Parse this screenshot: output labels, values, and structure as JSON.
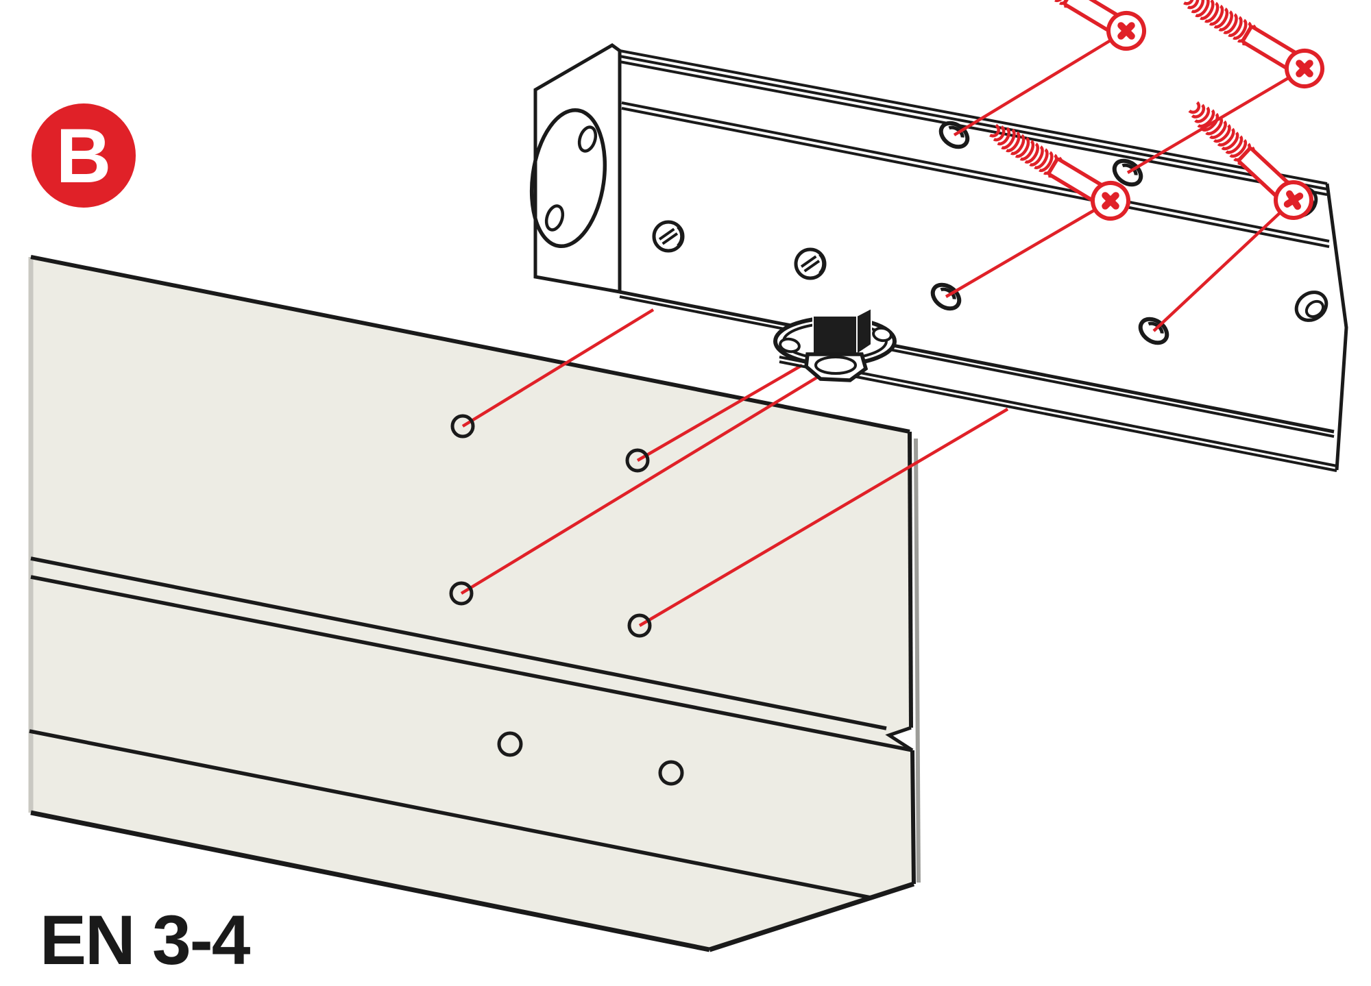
{
  "diagram": {
    "badge": {
      "label": "B"
    },
    "rating": {
      "label": "EN 3-4"
    },
    "colors": {
      "accent_red": "#E02128",
      "line_black": "#1A1A1A",
      "panel_beige": "#EDECE4",
      "panel_edge_gray": "#C9C8C2",
      "edge_shadow_gray": "#9C9C98",
      "background": "#FFFFFF"
    },
    "screws": [
      {
        "id": "screw-1",
        "head": [
          1643,
          45
        ],
        "angle": 31,
        "hole": [
          1392,
          197
        ]
      },
      {
        "id": "screw-2",
        "head": [
          1903,
          100
        ],
        "angle": 31,
        "hole": [
          1645,
          252
        ]
      },
      {
        "id": "screw-3",
        "head": [
          1620,
          293
        ],
        "angle": 31,
        "hole": [
          1380,
          433
        ]
      },
      {
        "id": "screw-4",
        "head": [
          1887,
          292
        ],
        "angle": 43,
        "hole": [
          1683,
          483
        ]
      }
    ],
    "panel_holes": [
      {
        "id": "pilot-hole-1",
        "c": [
          675,
          622
        ],
        "r": 15,
        "leader_from": [
          953,
          452
        ]
      },
      {
        "id": "pilot-hole-2",
        "c": [
          930,
          672
        ],
        "r": 15,
        "leader_from": [
          1170,
          533
        ]
      },
      {
        "id": "pilot-hole-3",
        "c": [
          673,
          866
        ],
        "r": 15,
        "leader_from": [
          1208,
          541
        ]
      },
      {
        "id": "pilot-hole-4",
        "c": [
          933,
          913
        ],
        "r": 15,
        "leader_from": [
          1470,
          597
        ]
      },
      {
        "id": "plain-hole-1",
        "c": [
          744,
          1086
        ],
        "r": 16
      },
      {
        "id": "plain-hole-2",
        "c": [
          979,
          1128
        ],
        "r": 16
      }
    ]
  }
}
